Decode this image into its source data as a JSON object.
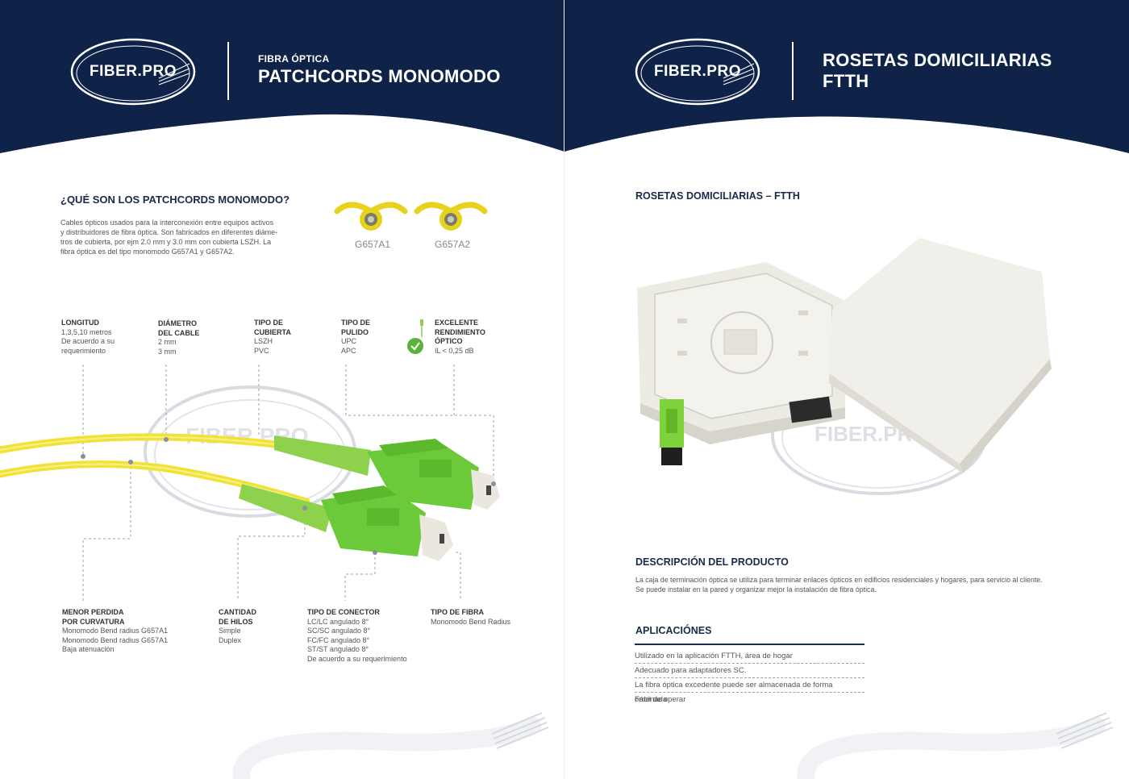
{
  "brand": {
    "logo_text": "FIBER.PRO"
  },
  "colors": {
    "navy": "#0f2248",
    "yellow": "#f2e02a",
    "green": "#7ed23a",
    "box": "#ecebe4"
  },
  "left": {
    "header": {
      "kicker": "FIBRA ÓPTICA",
      "title": "PATCHCORDS MONOMODO"
    },
    "intro": {
      "heading": "¿QUÉ SON LOS PATCHCORDS MONOMODO?",
      "lines": [
        "Cables ópticos usados para la interconexión entre equipos activos",
        "y distribuidores de fibra óptica. Son fabricados en diferentes diáme-",
        "tros de cubierta, por ejm 2.0 mm y 3.0 mm con cubierta LSZH. La",
        "fibra óptica es del tipo monomodo G657A1 y G657A2."
      ]
    },
    "fiber_types": [
      "G657A1",
      "G657A2"
    ],
    "specs_top": [
      {
        "label": [
          "LONGITUD"
        ],
        "values": [
          "1,3,5,10 metros",
          "De acuerdo a su",
          "requerimiento"
        ]
      },
      {
        "label": [
          "DIÁMETRO",
          "DEL CABLE"
        ],
        "values": [
          "2 mm",
          "3 mm"
        ]
      },
      {
        "label": [
          "TIPO DE",
          "CUBIERTA"
        ],
        "values": [
          "LSZH",
          "PVC"
        ]
      },
      {
        "label": [
          "TIPO DE",
          "PULIDO"
        ],
        "values": [
          "UPC",
          "APC"
        ]
      },
      {
        "label": [
          "EXCELENTE",
          "RENDIMIENTO",
          "ÓPTICO"
        ],
        "values": [
          "IL < 0,25 dB"
        ]
      }
    ],
    "specs_bottom": [
      {
        "label": [
          "MENOR PERDIDA",
          "POR CURVATURA"
        ],
        "values": [
          "Monomodo Bend radius G657A1",
          "Monomodo Bend radius G657A1",
          "Baja atenuación"
        ]
      },
      {
        "label": [
          "CANTIDAD",
          "DE HILOS"
        ],
        "values": [
          "Simple",
          "Duplex"
        ]
      },
      {
        "label": [
          "TIPO DE CONECTOR"
        ],
        "values": [
          "LC/LC angulado 8°",
          "SC/SC angulado 8°",
          "FC/FC angulado 8°",
          "ST/ST angulado 8°",
          "De acuerdo a su requerimiento"
        ]
      },
      {
        "label": [
          "TIPO DE FIBRA"
        ],
        "values": [
          "Monomodo Bend Radius"
        ]
      }
    ]
  },
  "right": {
    "header": {
      "title_lines": [
        "ROSETAS DOMICILIARIAS",
        "FTTH"
      ]
    },
    "product_heading": "ROSETAS DOMICILIARIAS – FTTH",
    "description": {
      "heading": "DESCRIPCIÓN DEL PRODUCTO",
      "lines": [
        "La caja de terminación óptica se utiliza para terminar enlaces ópticos en edificios residenciales y hogares, para servicio al cliente.",
        "Se puede instalar en la pared y organizar mejor la instalación de fibra óptica."
      ]
    },
    "applications": {
      "heading": "APLICACIÓNES",
      "items": [
        "Utilizado en la aplicación FTTH, área de hogar",
        "Adecuado para adaptadores SC.",
        "La fibra óptica excedente puede ser almacenada de forma ordenada",
        "Fácil de operar"
      ]
    }
  }
}
